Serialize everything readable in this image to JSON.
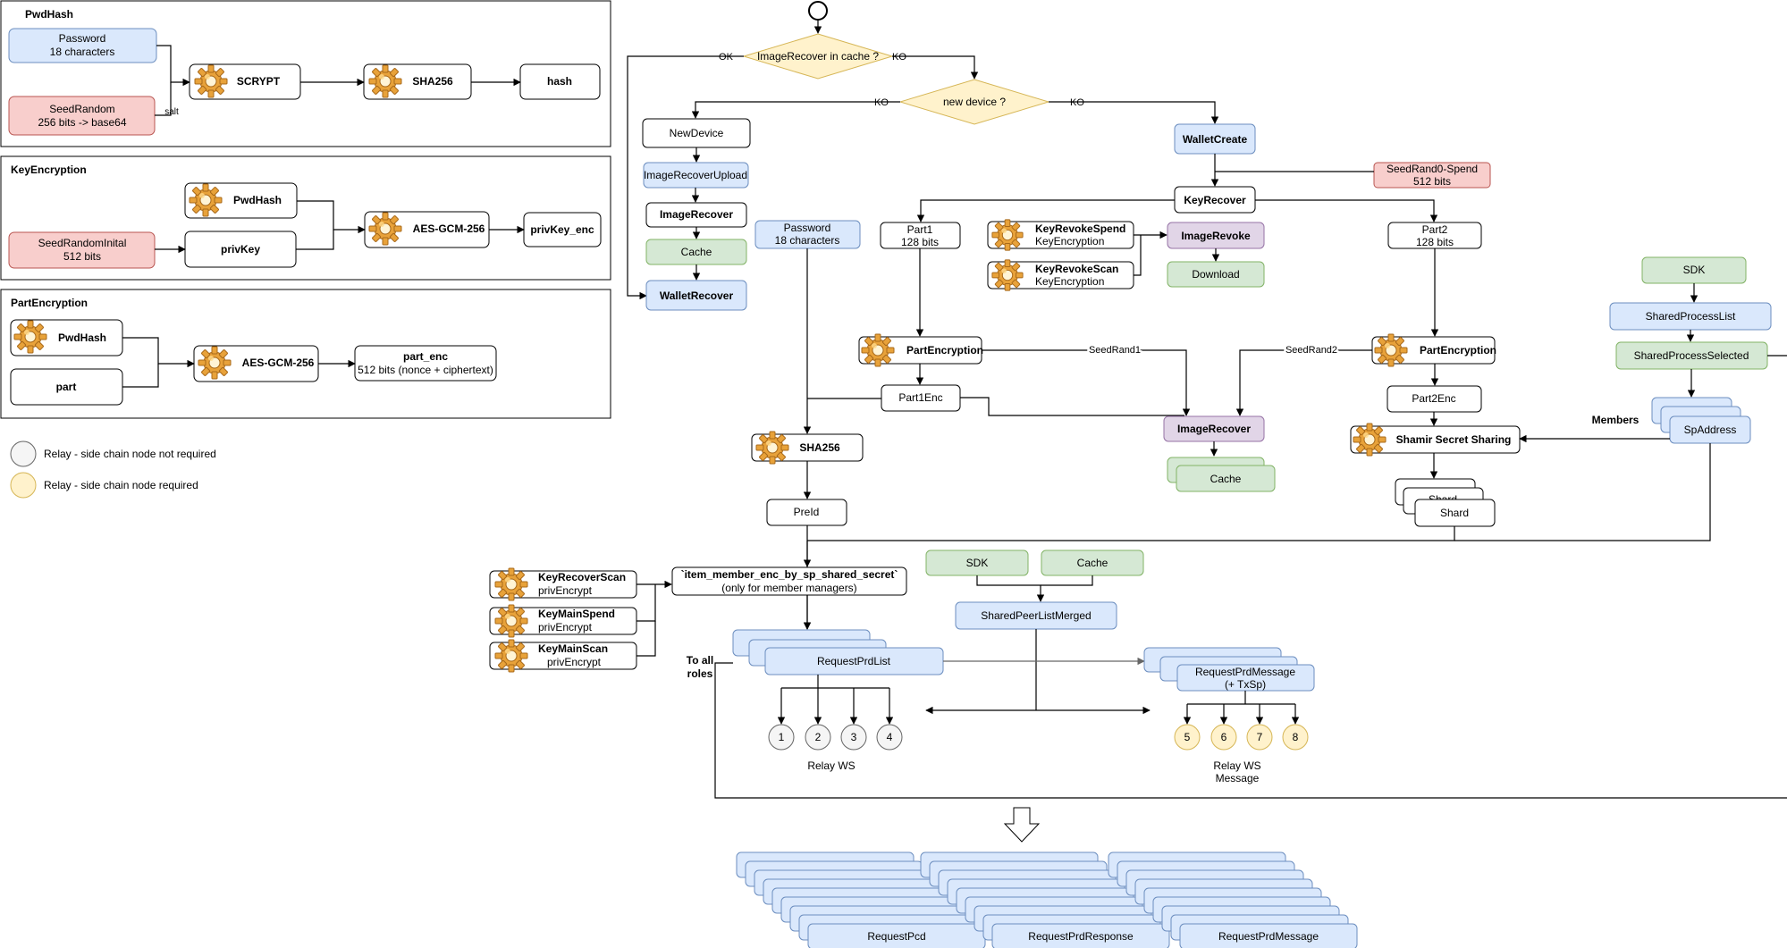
{
  "colors": {
    "blue": "#dae8fc",
    "blue_stroke": "#6c8ebf",
    "red": "#f8cecc",
    "red_stroke": "#b85450",
    "green": "#d5e8d4",
    "green_stroke": "#82b366",
    "yellow": "#fff2cc",
    "yellow_stroke": "#d6b656",
    "purple": "#e1d5e7",
    "purple_stroke": "#9673a6",
    "gray": "#f5f5f5",
    "gray_stroke": "#666666"
  },
  "sections": {
    "pwdhash": "PwdHash",
    "keyencryption": "KeyEncryption",
    "partencryption": "PartEncryption"
  },
  "pwdhash": {
    "password_1": "Password",
    "password_2": "18 characters",
    "seed_1": "SeedRandom",
    "seed_2": "256 bits -> base64",
    "scrypt": "SCRYPT",
    "sha256": "SHA256",
    "hash": "hash",
    "salt": "salt"
  },
  "keyenc": {
    "pwdhash": "PwdHash",
    "seed_1": "SeedRandomInital",
    "seed_2": "512 bits",
    "privkey": "privKey",
    "aes": "AES-GCM-256",
    "privkey_enc": "privKey_enc"
  },
  "partenc": {
    "pwdhash": "PwdHash",
    "part": "part",
    "aes": "AES-GCM-256",
    "part_enc_1": "part_enc",
    "part_enc_2": "512 bits (nonce + ciphertext)"
  },
  "legend": {
    "not_required": "Relay - side chain node not required",
    "required": "Relay - side chain node required"
  },
  "flow": {
    "image_recover_cache": "ImageRecover in cache ?",
    "new_device": "new device ?",
    "ok": "OK",
    "ko": "KO",
    "newdevice": "NewDevice",
    "image_recover_upload": "ImageRecoverUpload",
    "image_recover": "ImageRecover",
    "cache": "Cache",
    "wallet_recover": "WalletRecover",
    "wallet_create": "WalletCreate",
    "seedrand0_1": "SeedRand0-Spend",
    "seedrand0_2": "512 bits",
    "key_recover": "KeyRecover",
    "part1_1": "Part1",
    "part1_2": "128 bits",
    "part2_1": "Part2",
    "part2_2": "128 bits",
    "password_1": "Password",
    "password_2": "18 characters",
    "krs_1": "KeyRevokeSpend",
    "krs_2": "KeyEncryption",
    "krsc_1": "KeyRevokeScan",
    "krsc_2": "KeyEncryption",
    "image_revoke": "ImageRevoke",
    "download": "Download",
    "part_encryption": "PartEncryption",
    "seedrand1": "SeedRand1",
    "seedrand2": "SeedRand2",
    "part1enc": "Part1Enc",
    "part2enc": "Part2Enc",
    "image_recover2": "ImageRecover",
    "cache2": "Cache",
    "sha256": "SHA256",
    "preid": "PreId",
    "shamir": "Shamir Secret Sharing",
    "shard_back": "Shard",
    "shard": "Shard",
    "sdk": "SDK",
    "shared_process_list": "SharedProcessList",
    "shared_process_selected": "SharedProcessSelected",
    "members": "Members",
    "spaddress": "SpAddress",
    "item_member_1": "`item_member_enc_by_sp_shared_secret`",
    "item_member_2": "(only for member managers)",
    "krscan_1": "KeyRecoverScan",
    "krscan_2": "privEncrypt",
    "kmspend_1": "KeyMainSpend",
    "kmspend_2": "privEncrypt",
    "kmscan_1": "KeyMainScan",
    "kmscan_2": "privEncrypt",
    "sdk2": "SDK",
    "cache3": "Cache",
    "shared_peer_list_merged": "SharedPeerListMerged",
    "request_prd_list": "RequestPrdList",
    "request_prd_message_1": "RequestPrdMessage",
    "request_prd_message_2": "(+ TxSp)",
    "to_all_1": "To all",
    "to_all_2": "roles",
    "relay_ws": "Relay WS",
    "relay_ws_msg_1": "Relay WS",
    "relay_ws_msg_2": "Message",
    "relays_gray": [
      "1",
      "2",
      "3",
      "4"
    ],
    "relays_yellow": [
      "5",
      "6",
      "7",
      "8"
    ],
    "request_pcd": "RequestPcd",
    "request_prd_response": "RequestPrdResponse",
    "request_prd_message_bottom": "RequestPrdMessage"
  }
}
